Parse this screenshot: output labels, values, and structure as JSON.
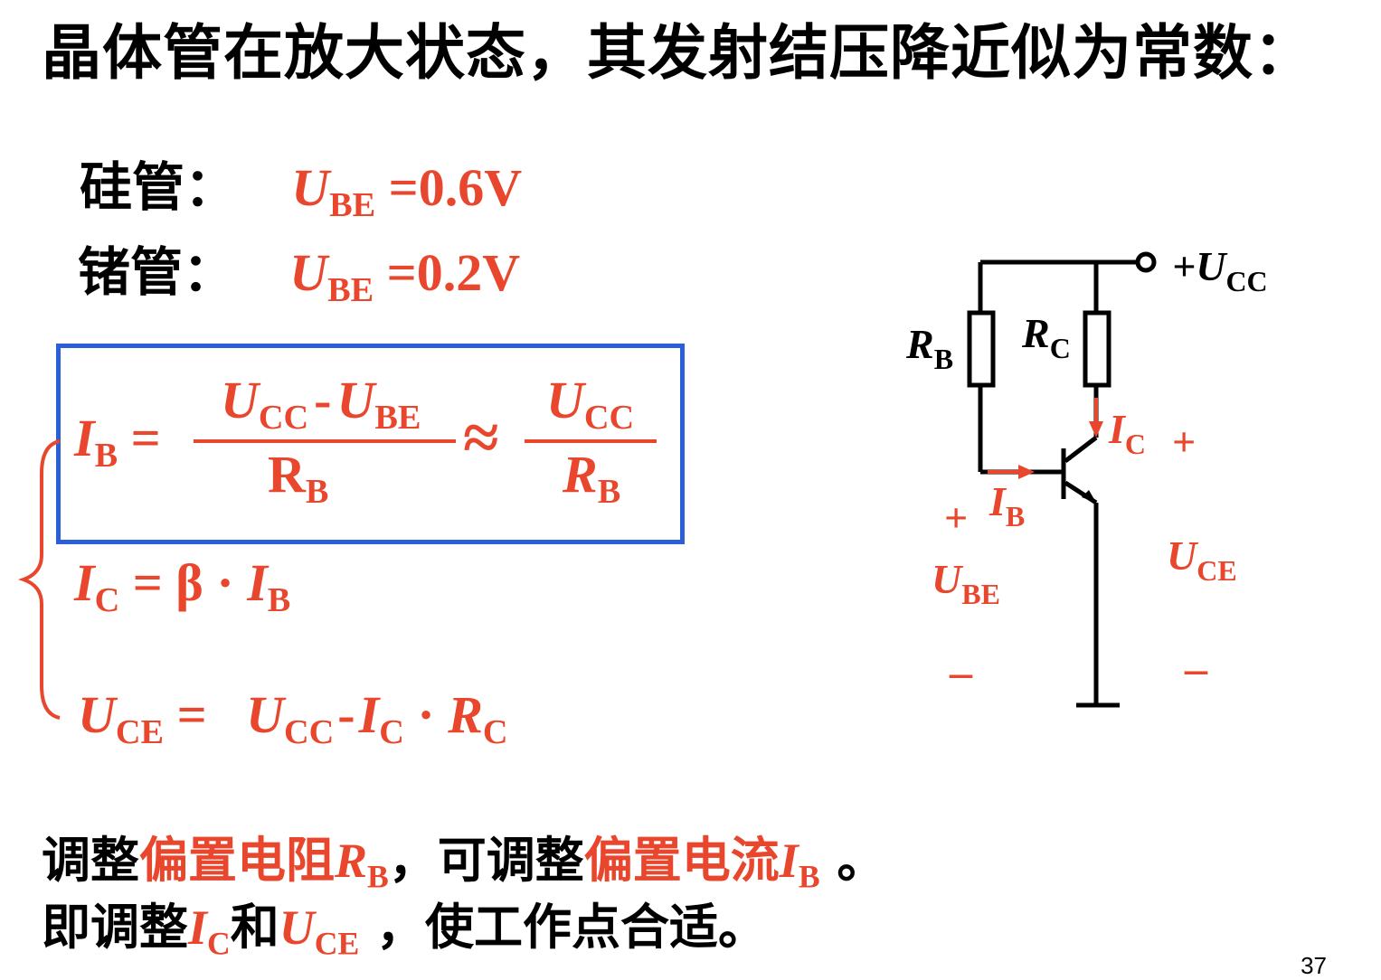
{
  "title": "晶体管在放大状态，其发射结压降近似为常数：",
  "silicon": {
    "label": "硅管：",
    "symbol": "U",
    "sub": "BE",
    "value": " =0.6V"
  },
  "germanium": {
    "label": "锗管：",
    "symbol": "U",
    "sub": "BE",
    "value": " =0.2V"
  },
  "formulas": {
    "ib": {
      "lhs": "I",
      "lhs_sub": "B",
      "eq": "=",
      "num1": "U",
      "num1_sub": "CC",
      "minus": "-",
      "num2": "U",
      "num2_sub": "BE",
      "den": "R",
      "den_sub": "B",
      "approx": "≈",
      "num3": "U",
      "num3_sub": "CC",
      "den2": "R",
      "den2_sub": "B"
    },
    "ic": {
      "lhs": "I",
      "lhs_sub": "C",
      "eq": "=",
      "beta": "β",
      "dot": "·",
      "rhs": "I",
      "rhs_sub": "B"
    },
    "uce": {
      "lhs": "U",
      "lhs_sub": "CE",
      "eq": "=",
      "a": "U",
      "a_sub": "CC",
      "minus": "-",
      "b": "I",
      "b_sub": "C",
      "dot": "·",
      "c": "R",
      "c_sub": "C"
    }
  },
  "circuit": {
    "vcc": "+U",
    "vcc_sub": "CC",
    "rb": "R",
    "rb_sub": "B",
    "rc": "R",
    "rc_sub": "C",
    "ic": "I",
    "ic_sub": "C",
    "ib": "I",
    "ib_sub": "B",
    "ube": "U",
    "ube_sub": "BE",
    "uce": "U",
    "uce_sub": "CE",
    "plus": "+",
    "minus": "–"
  },
  "paragraph": {
    "l1_a": "调整",
    "l1_b": "偏置电阻",
    "l1_c": "R",
    "l1_c_sub": "B",
    "l1_d": "，可调整",
    "l1_e": "偏置电流",
    "l1_f": "I",
    "l1_f_sub": "B",
    "l1_g": " 。",
    "l2_a": "即调整",
    "l2_b": "I",
    "l2_b_sub": "C",
    "l2_c": "和",
    "l2_d": "U",
    "l2_d_sub": "CE",
    "l2_e": " ，使工作点合适。"
  },
  "page_number": "37",
  "colors": {
    "accent": "#e8472e",
    "box": "#2b5fd8"
  }
}
